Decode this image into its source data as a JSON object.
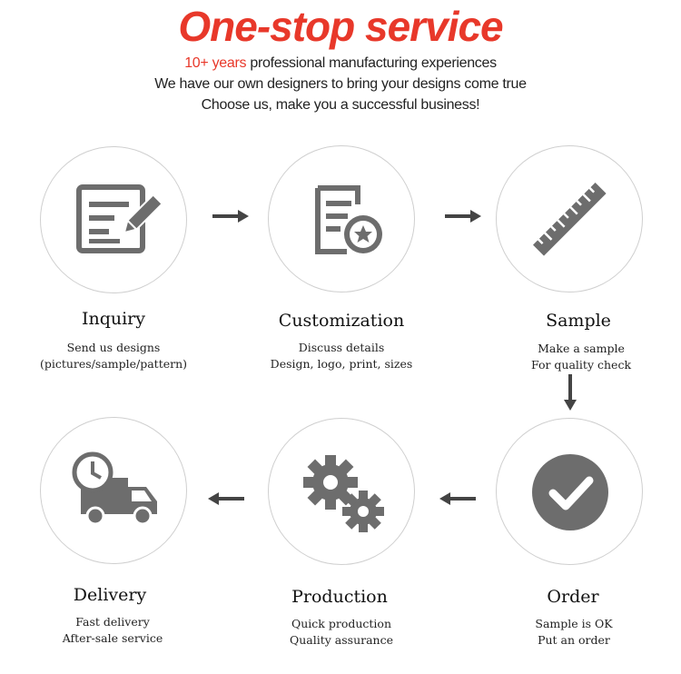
{
  "header": {
    "title": "One-stop service",
    "line1_highlight": "10+ years",
    "line1_rest": " professional manufacturing experiences",
    "line2": "We have our own designers to bring your designs come true",
    "line3": "Choose us, make you a successful business!"
  },
  "colors": {
    "accent": "#e8382a",
    "icon": "#6d6d6d",
    "circle_border": "#cfcfcf"
  },
  "steps": [
    {
      "title": "Inquiry",
      "icon": "form-edit-icon",
      "desc1": "Send us designs",
      "desc2": "(pictures/sample/pattern)"
    },
    {
      "title": "Customization",
      "icon": "document-star-icon",
      "desc1": "Discuss details",
      "desc2": "Design, logo, print, sizes"
    },
    {
      "title": "Sample",
      "icon": "ruler-pencil-icon",
      "desc1": "Make a sample",
      "desc2": "For quality check"
    },
    {
      "title": "Order",
      "icon": "check-circle-icon",
      "desc1": "Sample is OK",
      "desc2": "Put an order"
    },
    {
      "title": "Production",
      "icon": "gears-icon",
      "desc1": "Quick production",
      "desc2": "Quality assurance"
    },
    {
      "title": "Delivery",
      "icon": "delivery-truck-icon",
      "desc1": "Fast delivery",
      "desc2": "After-sale service"
    }
  ]
}
